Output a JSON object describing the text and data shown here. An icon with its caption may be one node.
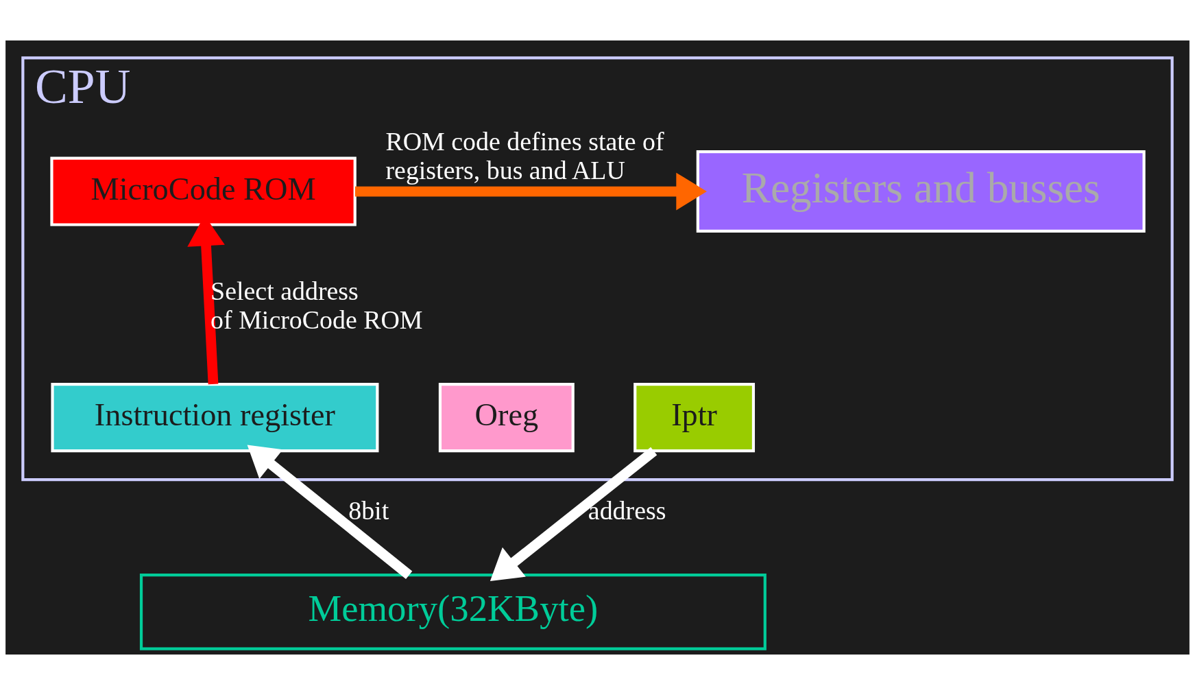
{
  "diagram": {
    "nodes": [
      {
        "text": [
          "CPU"
        ]
      },
      {
        "text": [
          "MicroCode ROM"
        ],
        "in": 0
      },
      {
        "text": [
          "Registers and busses"
        ],
        "in": 0
      },
      {
        "text": [
          "Instruction register"
        ],
        "in": 0
      },
      {
        "text": [
          "Oreg"
        ],
        "in": 0
      },
      {
        "text": [
          "Iptr"
        ],
        "in": 0
      },
      {
        "text": [
          "Memory(32KByte)"
        ]
      }
    ],
    "edges": [
      {
        "from": 1,
        "to": 2,
        "arrow": "to",
        "label": "ROM code defines state of registers, bus and ALU",
        "color": "#ff6600"
      },
      {
        "from": 3,
        "to": 1,
        "arrow": "to",
        "label": "Select address of MicroCode ROM",
        "color": "#ff0000"
      },
      {
        "from": 6,
        "to": 3,
        "arrow": "to",
        "label": "8bit",
        "color": "#ffffff"
      },
      {
        "from": 5,
        "to": 6,
        "arrow": "to",
        "label": "address",
        "color": "#ffffff"
      }
    ]
  }
}
